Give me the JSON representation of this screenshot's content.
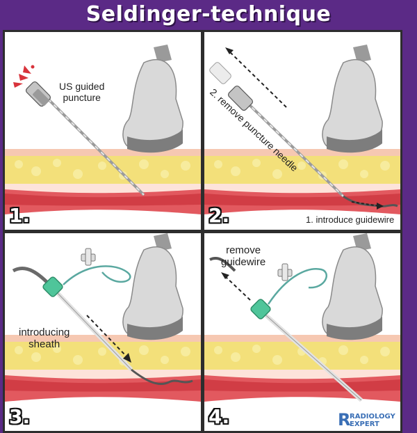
{
  "title": "Seldinger-technique",
  "colors": {
    "background": "#5b2a86",
    "fat_layer": "#f3e07a",
    "skin": "#f6c8b2",
    "vessel": "#d6343b",
    "probe": "#d7d7d7",
    "guidewire": "#555555",
    "sheath_hub": "#4fc59a",
    "logo": "#3a6fb6"
  },
  "panels": [
    {
      "number": "1.",
      "labels": {
        "puncture": "US guided\npuncture"
      },
      "icons": [
        "ultrasound-probe",
        "puncture-needle",
        "blood-splash"
      ]
    },
    {
      "number": "2.",
      "labels": {
        "remove_needle": "2. remove puncture needle",
        "introduce_wire": "1. introduce guidewire"
      },
      "icons": [
        "ultrasound-probe",
        "puncture-needle",
        "guidewire",
        "arrow"
      ]
    },
    {
      "number": "3.",
      "labels": {
        "sheath": "introducing\nsheath"
      },
      "icons": [
        "ultrasound-probe",
        "sheath",
        "stopcock",
        "guidewire",
        "arrow"
      ]
    },
    {
      "number": "4.",
      "labels": {
        "remove_wire": "remove\nguidewire"
      },
      "icons": [
        "ultrasound-probe",
        "sheath",
        "stopcock",
        "guidewire",
        "arrow"
      ]
    }
  ],
  "logo": {
    "line1": "RADIOLOGY",
    "line2": "EXPERT",
    "mark": "R"
  }
}
